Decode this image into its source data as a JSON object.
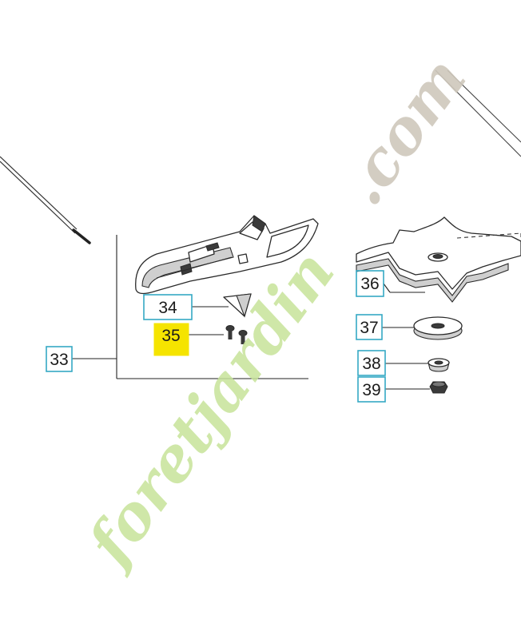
{
  "callouts": [
    {
      "id": "33",
      "label": "33",
      "highlighted": false
    },
    {
      "id": "34",
      "label": "34",
      "highlighted": false
    },
    {
      "id": "35",
      "label": "35",
      "highlighted": true
    },
    {
      "id": "36",
      "label": "36",
      "highlighted": false
    },
    {
      "id": "37",
      "label": "37",
      "highlighted": false
    },
    {
      "id": "38",
      "label": "38",
      "highlighted": false
    },
    {
      "id": "39",
      "label": "39",
      "highlighted": false
    }
  ],
  "watermark": {
    "part1": "foretjardin",
    "part2": ".com"
  },
  "colors": {
    "callout_border": "#35a9c4",
    "highlight": "#f5e400",
    "watermark_green": "#c7e39a",
    "watermark_grey": "#cfc8bc"
  }
}
